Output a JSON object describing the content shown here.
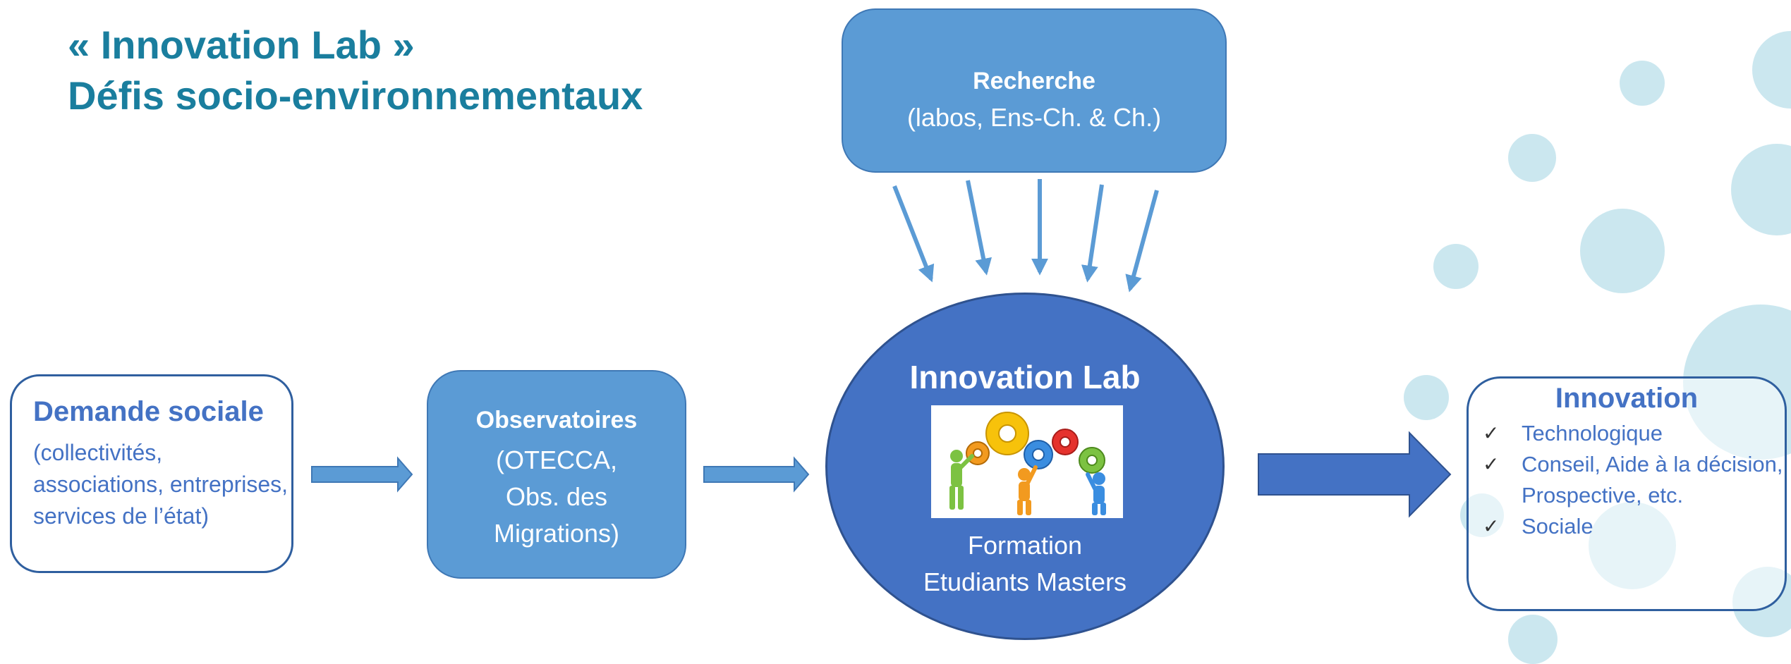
{
  "title": {
    "line1": "« Innovation Lab »",
    "line2": "Défis socio-environnementaux"
  },
  "recherche": {
    "title": "Recherche",
    "subtitle": "(labos, Ens-Ch. & Ch.)"
  },
  "demande": {
    "title": "Demande sociale",
    "subtitle": "(collectivités, associations, entreprises, services de l’état)"
  },
  "observatoires": {
    "title": "Observatoires",
    "line1": "(OTECCA,",
    "line2": "Obs. des",
    "line3": "Migrations)"
  },
  "innovation_lab": {
    "title": "Innovation Lab",
    "line1": "Formation",
    "line2": "Etudiants Masters",
    "image": "gears-teamwork-illustration"
  },
  "innovation": {
    "title": "Innovation",
    "items": [
      {
        "label": "Technologique"
      },
      {
        "label": "Conseil, Aide à la décision, Prospective, etc."
      },
      {
        "label": "Sociale"
      }
    ]
  },
  "colors": {
    "title": "#1a7e9e",
    "box_fill": "#5b9bd5",
    "lab_fill": "#4472c4",
    "arrow": "#5b9bd5",
    "big_arrow": "#4472c4",
    "bubble": "#b9dfe9"
  }
}
